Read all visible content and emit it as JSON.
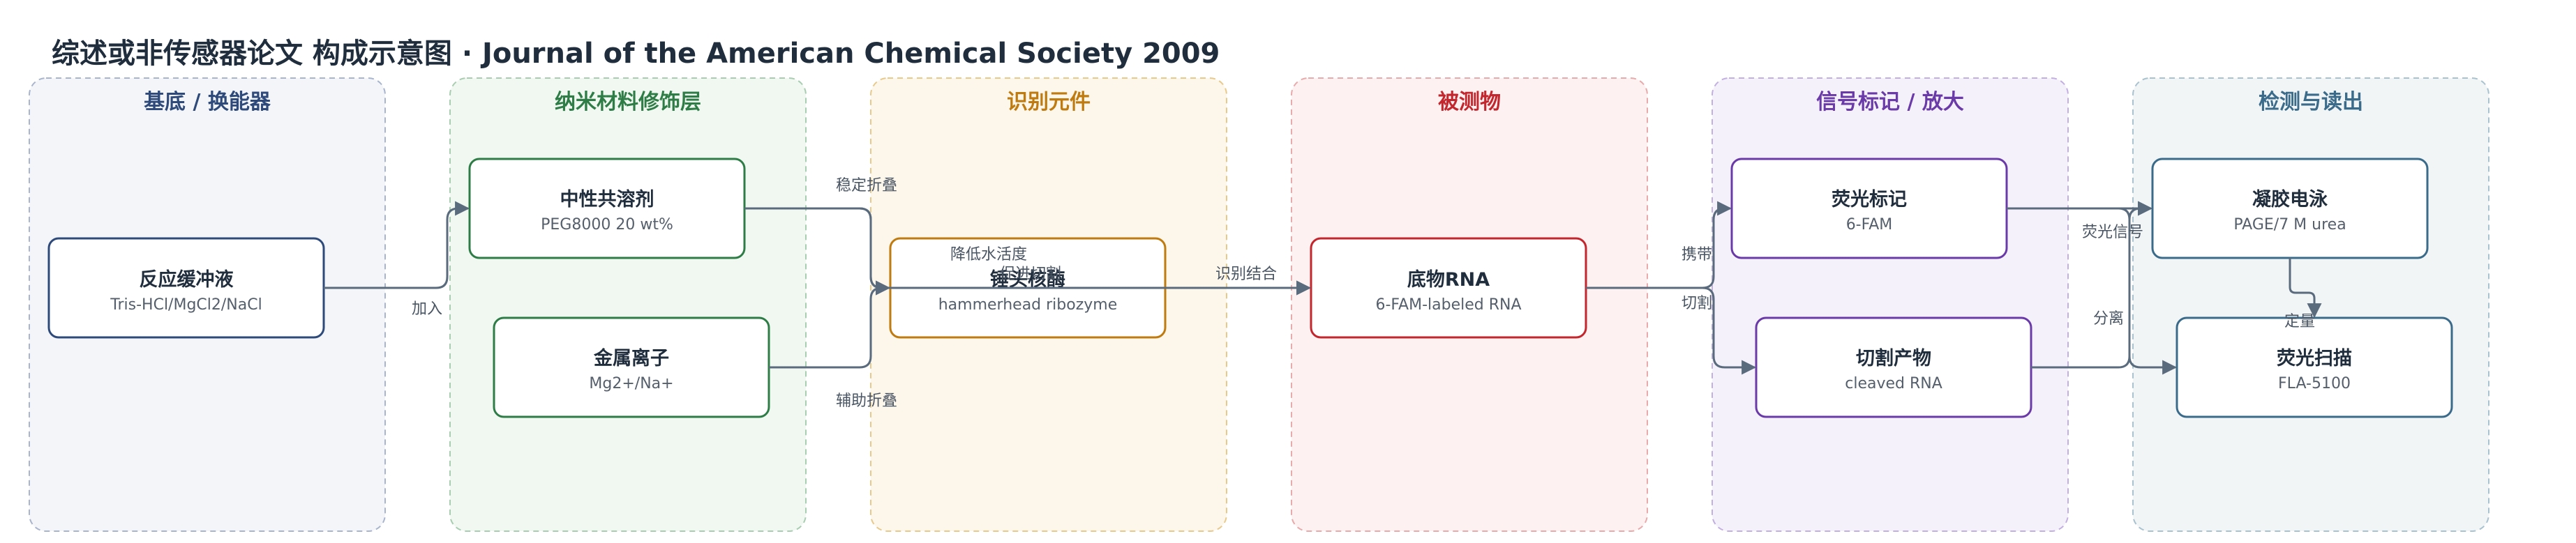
{
  "title": "综述或非传感器论文 构成示意图 · Journal of the American Chemical Society 2009",
  "colors": {
    "edge": "#5a6b7d",
    "substrate": "#2e4a7a",
    "nano": "#2f7d46",
    "recog": "#c07b10",
    "analyte": "#c3262d",
    "signal": "#6a3aa8",
    "detect": "#3a6b8a"
  },
  "lanes": {
    "substrate": "基底 / 换能器",
    "nano": "纳米材料修饰层",
    "recog": "识别元件",
    "analyte": "被测物",
    "signal": "信号标记 / 放大",
    "detect": "检测与读出"
  },
  "nodes": {
    "buffer": {
      "title": "反应缓冲液",
      "sub": "Tris-HCl/MgCl2/NaCl"
    },
    "peg": {
      "title": "中性共溶剂",
      "sub": "PEG8000 20 wt%"
    },
    "metal": {
      "title": "金属离子",
      "sub": "Mg2+/Na+"
    },
    "ribozyme": {
      "title": "锤头核酶",
      "sub": "hammerhead ribozyme"
    },
    "rna": {
      "title": "底物RNA",
      "sub": "6-FAM-labeled RNA"
    },
    "fam": {
      "title": "荧光标记",
      "sub": "6-FAM"
    },
    "cleaved": {
      "title": "切割产物",
      "sub": "cleaved RNA"
    },
    "gel": {
      "title": "凝胶电泳",
      "sub": "PAGE/7 M urea"
    },
    "scan": {
      "title": "荧光扫描",
      "sub": "FLA-5100"
    }
  },
  "edges": {
    "add": "加入",
    "stable_fold": "稳定折叠",
    "assist_fold": "辅助折叠",
    "lower_activity": "降低水活度",
    "promote_cleave": "促进切割",
    "recognize": "识别结合",
    "carry": "携带",
    "cleave": "切割",
    "fluor_signal": "荧光信号",
    "separate": "分离",
    "quantify": "定量"
  }
}
